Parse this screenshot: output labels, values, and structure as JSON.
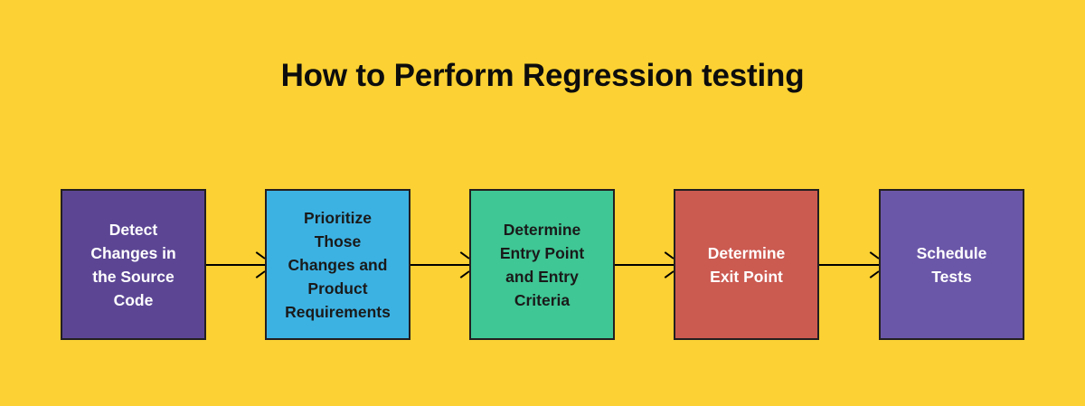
{
  "background_color": "#fbd133",
  "title": "How to Perform Regression testing",
  "title_color": "#0d0d0d",
  "flow": {
    "connector_color": "#000000",
    "border_color": "#231f20",
    "steps": [
      {
        "label": "Detect\nChanges in\nthe Source\nCode",
        "fill": "#5c4694",
        "text_color": "#ffffff"
      },
      {
        "label": "Prioritize\nThose\nChanges and\nProduct\nRequirements",
        "fill": "#3cb2e3",
        "text_color": "#1a1a1a"
      },
      {
        "label": "Determine\nEntry Point\nand Entry\nCriteria",
        "fill": "#3fc795",
        "text_color": "#1a1a1a"
      },
      {
        "label": "Determine\nExit Point",
        "fill": "#cb5a51",
        "text_color": "#ffffff"
      },
      {
        "label": "Schedule\nTests",
        "fill": "#6b57a8",
        "text_color": "#ffffff"
      }
    ],
    "arrows": [
      {
        "from": "Detect Changes in the Source Code",
        "to": "Prioritize Those Changes and Product Requirements"
      },
      {
        "from": "Prioritize Those Changes and Product Requirements",
        "to": "Determine Entry Point and Entry Criteria"
      },
      {
        "from": "Determine Entry Point and Entry Criteria",
        "to": "Determine Exit Point"
      },
      {
        "from": "Determine Exit Point",
        "to": "Schedule Tests"
      }
    ]
  }
}
